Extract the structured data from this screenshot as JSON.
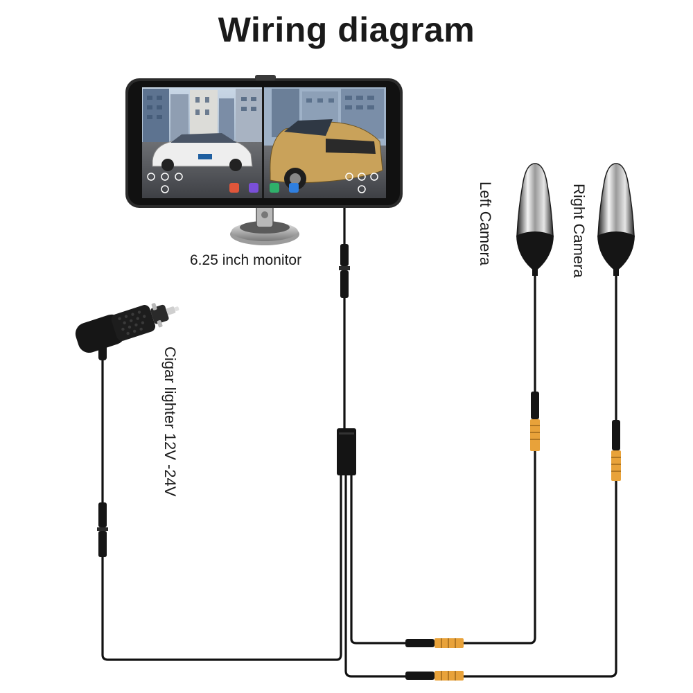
{
  "title": "Wiring diagram",
  "labels": {
    "monitor": "6.25 inch monitor",
    "cigar": "Cigar lighter 12V -24V",
    "left_camera": "Left Camera",
    "right_camera": "Right Camera"
  },
  "colors": {
    "cable": "#111111",
    "connector_orange": "#e8a23a",
    "monitor_frame": "#2b2b2b",
    "background": "#ffffff"
  }
}
